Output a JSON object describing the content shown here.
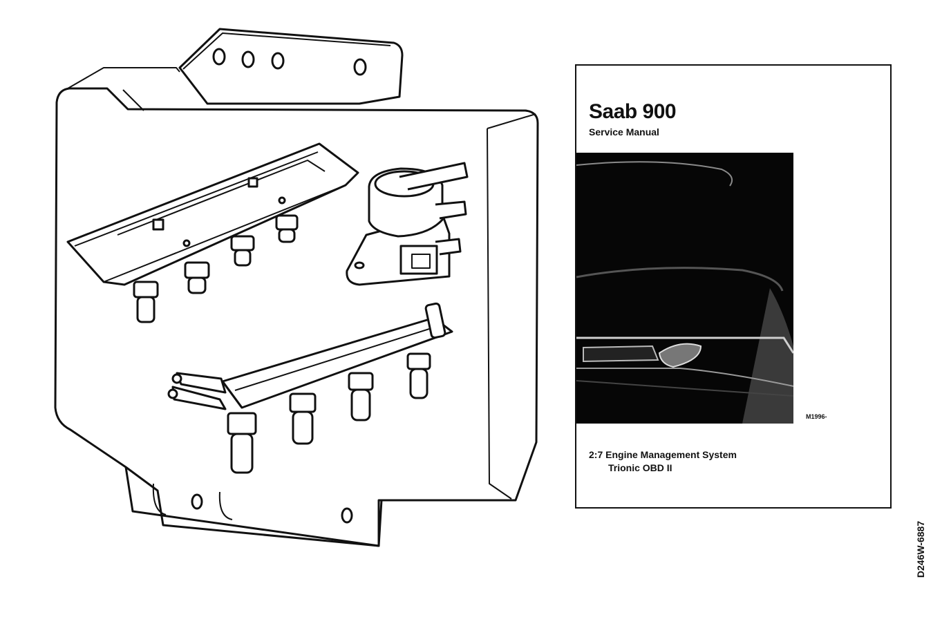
{
  "manual": {
    "title": "Saab 900",
    "subtitle": "Service Manual",
    "photo_code": "M1996-",
    "section": "2:7 Engine Management System",
    "system": "Trionic OBD II"
  },
  "drawing_code": "D246W-6887",
  "illustration": {
    "components": [
      "ecu-box-icon",
      "ignition-cassette-icon",
      "pressure-sensor-icon",
      "fuel-rail-icon",
      "fuel-injector-icon"
    ]
  }
}
